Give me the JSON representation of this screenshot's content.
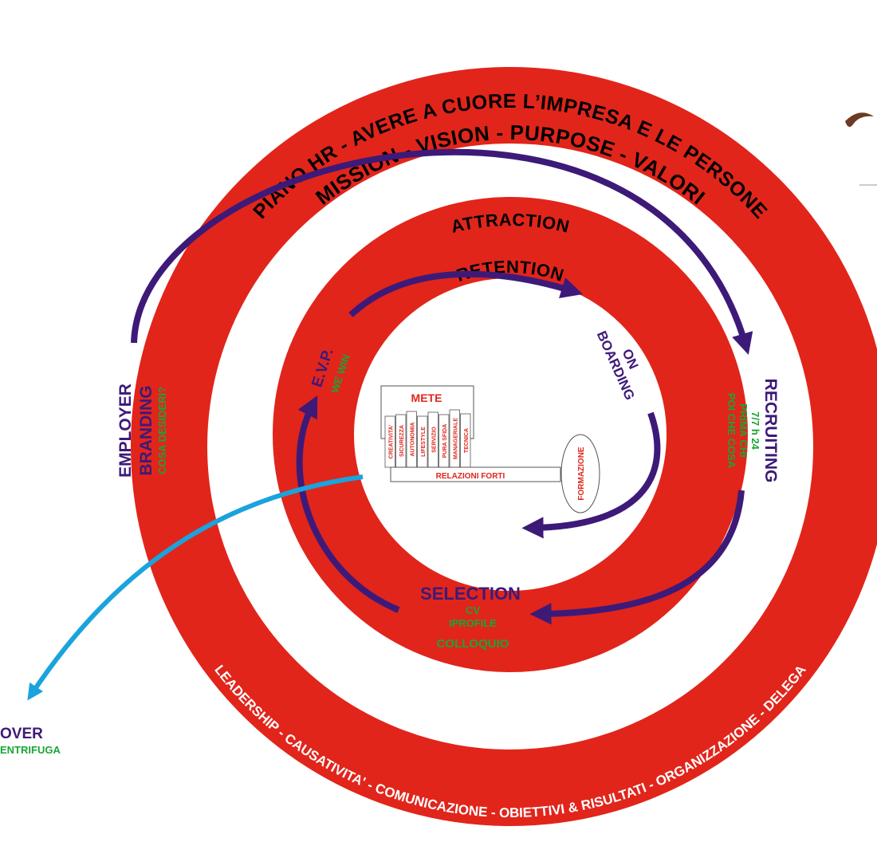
{
  "colors": {
    "ring_red": "#e1251b",
    "arrow_purple": "#3d1a78",
    "arrow_blue": "#1aa3dc",
    "text_green": "#1aa535",
    "text_black": "#000000",
    "text_white": "#ffffff"
  },
  "title": "PIANO HR - AVERE A CUORE L’IMPRESA E LE PERSONE",
  "outer_ring": {
    "top_label": "MISSION - VISION - PURPOSE - VALORI",
    "bottom_label": "LEADERSHIP - CAUSATIVITA' - COMUNICAZIONE - OBIETTIVI & RISULTATI - ORGANIZZAZIONE - DELEGA"
  },
  "attraction_label": "ATTRACTION",
  "retention_label": "RETENTION",
  "employer_branding": {
    "line1": "EMPLOYER",
    "line2": "BRANDING",
    "sub": "COSA DESIDERI?"
  },
  "recruiting": {
    "title": "RECRUITING",
    "line1": "7/7 h 24",
    "line2": "PRIMA CHI",
    "line3": "POI CHE COSA"
  },
  "evp": {
    "title": "E.V.P.",
    "sub": "WE WIN"
  },
  "onboarding": {
    "line1": "ON",
    "line2": "BOARDING"
  },
  "selection": {
    "title": "SELECTION",
    "line1": "CV",
    "line2": "IPROFILE",
    "line3": "COLLOQUIO"
  },
  "key": {
    "title": "METE",
    "books": [
      "CREATIVITA'",
      "SICUREZZA",
      "AUTONOMIA",
      "LIFESTYLE",
      "SERVIZIO",
      "PURA SFIDA",
      "MANAGERIALE",
      "TECNICA"
    ],
    "shaft": "RELAZIONI FORTI",
    "bow": "FORMAZIONE"
  },
  "turnover": {
    "title": "OVER",
    "sub": "ENTRIFUGA"
  }
}
